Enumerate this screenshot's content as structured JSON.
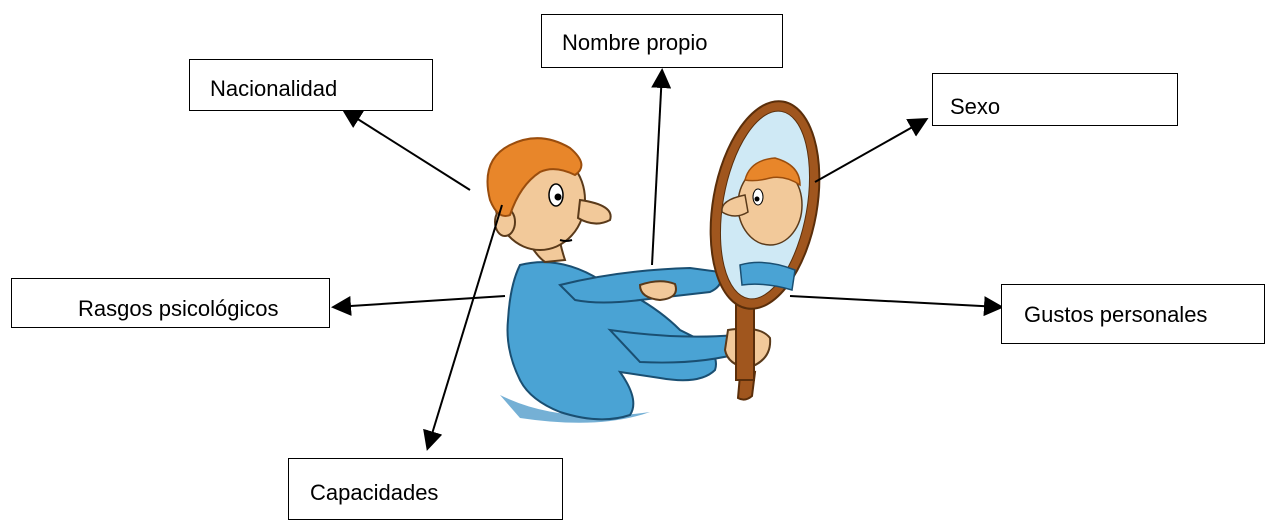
{
  "labels": {
    "nombre_propio": "Nombre propio",
    "nacionalidad": "Nacionalidad",
    "sexo": "Sexo",
    "rasgos_psicologicos": "Rasgos psicológicos",
    "gustos_personales": "Gustos personales",
    "capacidades": "Capacidades"
  },
  "illustration": {
    "subject": "boy-looking-in-mirror",
    "colors": {
      "hair": "#e8862a",
      "skin": "#f2c99a",
      "shirt": "#4aa3d4",
      "mirror_frame": "#a0561e",
      "glass": "#cfe9f5"
    }
  }
}
